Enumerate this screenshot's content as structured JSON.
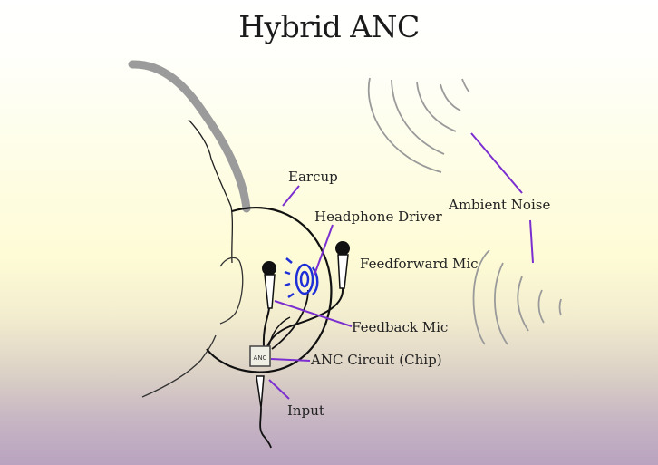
{
  "title": "Hybrid ANC",
  "labels": {
    "earcup": "Earcup",
    "headphone_driver": "Headphone Driver",
    "feedforward_mic": "Feedforward Mic",
    "ambient_noise": "Ambient Noise",
    "feedback_mic": "Feedback Mic",
    "anc_circuit": "ANC Circuit (Chip)",
    "input": "Input"
  },
  "chip_text": "ANC",
  "colors": {
    "leader_line": "#7b2fd0",
    "driver": "#1f2fd8",
    "headband": "#9b9b9b",
    "sound_waves": "#9a9a9a",
    "outline": "#111111",
    "bg_top": "#ffffff",
    "bg_middle": "#fefcd6",
    "bg_bottom": "#b9a3c0"
  }
}
